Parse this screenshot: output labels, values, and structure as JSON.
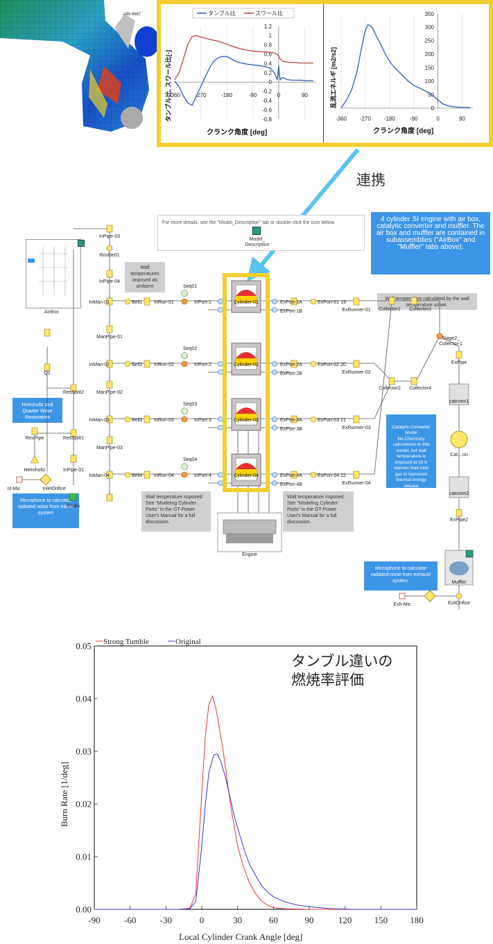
{
  "top": {
    "cfd_value": "-249.9687",
    "left_chart": {
      "legend": [
        "タンブル比",
        "スワール比"
      ],
      "ylabel": "タンブル比, スワール比[-]",
      "xlabel": "クランク角度 [deg]",
      "y_ticks": [
        "1.2",
        "1",
        "0.8",
        "0.6",
        "0.4",
        "0.2",
        "0",
        "-0.2",
        "-0.4",
        "-0.6",
        "-0.8"
      ],
      "x_ticks": [
        "-360",
        "-270",
        "-180",
        "-90",
        "0",
        "90"
      ]
    },
    "right_chart": {
      "ylabel": "乱流エネルギ [m2/s2]",
      "xlabel": "クランク角度 [deg]",
      "y_ticks": [
        "350",
        "300",
        "250",
        "200",
        "150",
        "100",
        "50",
        "0"
      ],
      "x_ticks": [
        "-360",
        "-270",
        "-180",
        "-90",
        "0",
        "90"
      ]
    },
    "link_label": "連携"
  },
  "model": {
    "desc_note": "For more details, see the \"Model_Description\" tab or double-click the icon below.",
    "desc_icon_label": "Model_\nDescription",
    "engine_blurb": "4 cylinder SI engine with air box, catalytic converter and muffler. The air box and muffler are contained in subassemblies (\"AirBox\" and \"Muffler\" tabs above).",
    "wall_ambient": "Wall temperatures imposed as ambient",
    "wall_solver": "Wall temperature calculated by the wall temperature solver.",
    "wall_intake": "Wall temperature imposed. See \"Modeling Cylinder Ports\" in the GT-Power User's Manual for a full discussion.",
    "wall_exhaust": "Wall temperature imposed. See \"Modeling Cylinder Ports\" in the GT-Power User's Manual for a full discussion.",
    "helmholtz_note": "Helmholtz and Quarter Wave Resonators",
    "mic_intake_note": "Microphone to calculate radiated noise from intake system",
    "catalytic_note": "Catalytic Converter Model\nNo Chemistry calculations in this model, but wall temperature is imposed at 20 K warmer than inlet gas to represent thermal energy release",
    "mic_exhaust_note": "Microphone to calculate radiated noise from exhaust system.",
    "labels": {
      "airbox": "AirBox",
      "inpipe03": "InPipe-03",
      "throttle": "throttle01",
      "inpipe04": "InPipe-04",
      "manpipe01": "ManPipe-01",
      "manpipe02": "ManPipe-02",
      "manpipe03": "ManPipe-03",
      "q1": "Q1",
      "resplit2": "ResSplit2",
      "resplit1": "ResSplit1",
      "respipe": "ResPipe",
      "helmholtz": "Helmholtz",
      "inpipe01": "InPipe-01",
      "inletorifice": "InletOrifice",
      "endin": "EndIn",
      "intmic": "nt-Mic",
      "engine": "Engine",
      "collector1": "Collector1",
      "collector2": "Collector2",
      "collector3": "Collector3",
      "collector4": "Collector4",
      "stage2": "Stage2_\nCollector-1",
      "expipe": "ExPipe",
      "catconn1": "catconn1",
      "catalyst": "Cat…on",
      "catconn2": "catconn2",
      "expipe2": "ExPipe2",
      "muffler": "Muffler",
      "exhmic": "Exh-Mic",
      "exitorifice": "ExitOrifice"
    },
    "rows": [
      {
        "seq": "Seq01",
        "inman": "InMan-01",
        "bell": "Bell1",
        "inrun": "InRun-01",
        "inport": "InPort-1",
        "cyl": "Cylinder-01",
        "exportA": "ExPort-1A",
        "exportB": "ExPort-1B",
        "export": "ExPort-01",
        "num": "19",
        "exrunner": "ExRunner-01"
      },
      {
        "seq": "Seq02",
        "inman": "InMan-02",
        "bell": "Bell2",
        "inrun": "InRun-02",
        "inport": "InPort-2",
        "cyl": "Cylinder-02",
        "exportA": "ExPort-2A",
        "exportB": "ExPort-2B",
        "export": "ExPort-02",
        "num": "20",
        "exrunner": "ExRunner-02"
      },
      {
        "seq": "Seq03",
        "inman": "InMan-03",
        "bell": "Bell3",
        "inrun": "InRun-03",
        "inport": "InPort-3",
        "cyl": "Cylinder-03",
        "exportA": "ExPort-3A",
        "exportB": "ExPort-3B",
        "export": "ExPort-03",
        "num": "21",
        "exrunner": "ExRunner-03"
      },
      {
        "seq": "Seq04",
        "inman": "InMan-04",
        "bell": "Bell4",
        "inrun": "InRun-04",
        "inport": "InPort-4",
        "cyl": "Cylinder-04",
        "exportA": "ExPort-4A",
        "exportB": "ExPort-4B",
        "export": "ExPort-04",
        "num": "22",
        "exrunner": "ExRunner-04"
      }
    ]
  },
  "bottom_chart": {
    "legend": [
      "Strong Tumble",
      "Original"
    ],
    "annotation_line1": "タンブル違いの",
    "annotation_line2": "燃焼率評価",
    "ylabel": "Burn Rate [1/deg]",
    "xlabel": "Local Cylinder Crank Angle [deg]",
    "y_ticks": [
      "0.05",
      "0.04",
      "0.03",
      "0.02",
      "0.01",
      "0.00"
    ],
    "x_ticks": [
      "-90",
      "-60",
      "-30",
      "0",
      "30",
      "60",
      "90",
      "120",
      "150",
      "180"
    ]
  },
  "chart_data": [
    {
      "type": "line",
      "xlabel": "クランク角度 [deg]",
      "ylabel": "タンブル比, スワール比[-]",
      "xlim": [
        -360,
        130
      ],
      "ylim": [
        -0.8,
        1.2
      ],
      "series": [
        {
          "name": "タンブル比",
          "color": "#3a66b8",
          "x": [
            -360,
            -345,
            -330,
            -315,
            -300,
            -285,
            -270,
            -255,
            -240,
            -225,
            -210,
            -195,
            -180,
            -165,
            -150,
            -135,
            -120,
            -105,
            -90,
            -75,
            -60,
            -45,
            -30,
            -15,
            -5,
            0,
            5,
            15,
            30,
            45,
            60,
            75,
            90,
            105,
            120
          ],
          "y": [
            0.02,
            -0.1,
            -0.3,
            -0.45,
            -0.5,
            -0.3,
            -0.1,
            0.1,
            0.3,
            0.45,
            0.52,
            0.55,
            0.55,
            0.5,
            0.45,
            0.42,
            0.4,
            0.38,
            0.37,
            0.36,
            0.35,
            0.33,
            0.3,
            0.2,
            0.05,
            0.35,
            0.05,
            0.1,
            0.05,
            0.04,
            0.04,
            0.04,
            0.03,
            0.03,
            0.03
          ]
        },
        {
          "name": "スワール比",
          "color": "#c0504d",
          "x": [
            -360,
            -345,
            -330,
            -315,
            -300,
            -285,
            -270,
            -255,
            -240,
            -225,
            -210,
            -195,
            -180,
            -165,
            -150,
            -135,
            -120,
            -105,
            -90,
            -75,
            -60,
            -45,
            -30,
            -15,
            -5,
            0,
            5,
            15,
            30,
            45,
            60,
            75,
            90,
            105,
            120
          ],
          "y": [
            0.05,
            0.2,
            0.5,
            0.8,
            0.98,
            1.0,
            0.97,
            0.95,
            0.92,
            0.9,
            0.88,
            0.85,
            0.82,
            0.78,
            0.75,
            0.72,
            0.7,
            0.68,
            0.67,
            0.66,
            0.65,
            0.65,
            0.64,
            0.63,
            0.6,
            0.55,
            0.5,
            0.45,
            0.43,
            0.42,
            0.42,
            0.41,
            0.41,
            0.41,
            0.41
          ]
        }
      ]
    },
    {
      "type": "line",
      "xlabel": "クランク角度 [deg]",
      "ylabel": "乱流エネルギ [m2/s2]",
      "xlim": [
        -360,
        130
      ],
      "ylim": [
        0,
        350
      ],
      "series": [
        {
          "name": "",
          "color": "#3a66b8",
          "x": [
            -360,
            -340,
            -320,
            -300,
            -285,
            -270,
            -260,
            -245,
            -230,
            -210,
            -190,
            -170,
            -150,
            -130,
            -110,
            -90,
            -70,
            -50,
            -30,
            -10,
            0,
            20,
            40,
            60,
            80,
            100,
            120
          ],
          "y": [
            0,
            30,
            70,
            140,
            220,
            290,
            310,
            300,
            270,
            230,
            190,
            160,
            140,
            120,
            100,
            85,
            75,
            65,
            55,
            40,
            30,
            15,
            8,
            5,
            3,
            2,
            2
          ]
        }
      ]
    },
    {
      "type": "line",
      "title": "",
      "xlabel": "Local Cylinder Crank Angle [deg]",
      "ylabel": "Burn Rate [1/deg]",
      "xlim": [
        -90,
        180
      ],
      "ylim": [
        0,
        0.05
      ],
      "series": [
        {
          "name": "Strong Tumble",
          "color": "#ee3333",
          "x": [
            -90,
            -20,
            -10,
            -5,
            0,
            3,
            6,
            9,
            12,
            15,
            18,
            21,
            24,
            27,
            30,
            35,
            40,
            45,
            50,
            55,
            60,
            70,
            90,
            180
          ],
          "y": [
            0,
            0,
            0.0002,
            0.003,
            0.022,
            0.033,
            0.039,
            0.0405,
            0.038,
            0.034,
            0.03,
            0.025,
            0.02,
            0.016,
            0.012,
            0.008,
            0.005,
            0.003,
            0.0016,
            0.0008,
            0.0003,
            0.0001,
            0,
            0
          ]
        },
        {
          "name": "Original",
          "color": "#3333cc",
          "x": [
            -90,
            -20,
            -10,
            -5,
            0,
            3,
            6,
            10,
            13,
            16,
            20,
            24,
            28,
            32,
            36,
            40,
            45,
            50,
            55,
            60,
            70,
            80,
            90,
            100,
            110,
            130,
            180
          ],
          "y": [
            0,
            0,
            0.0001,
            0.0015,
            0.012,
            0.02,
            0.026,
            0.0293,
            0.0295,
            0.028,
            0.025,
            0.021,
            0.017,
            0.014,
            0.011,
            0.0085,
            0.0065,
            0.0045,
            0.0033,
            0.0024,
            0.0014,
            0.0008,
            0.0005,
            0.0003,
            0.0001,
            0,
            0
          ]
        }
      ]
    }
  ]
}
